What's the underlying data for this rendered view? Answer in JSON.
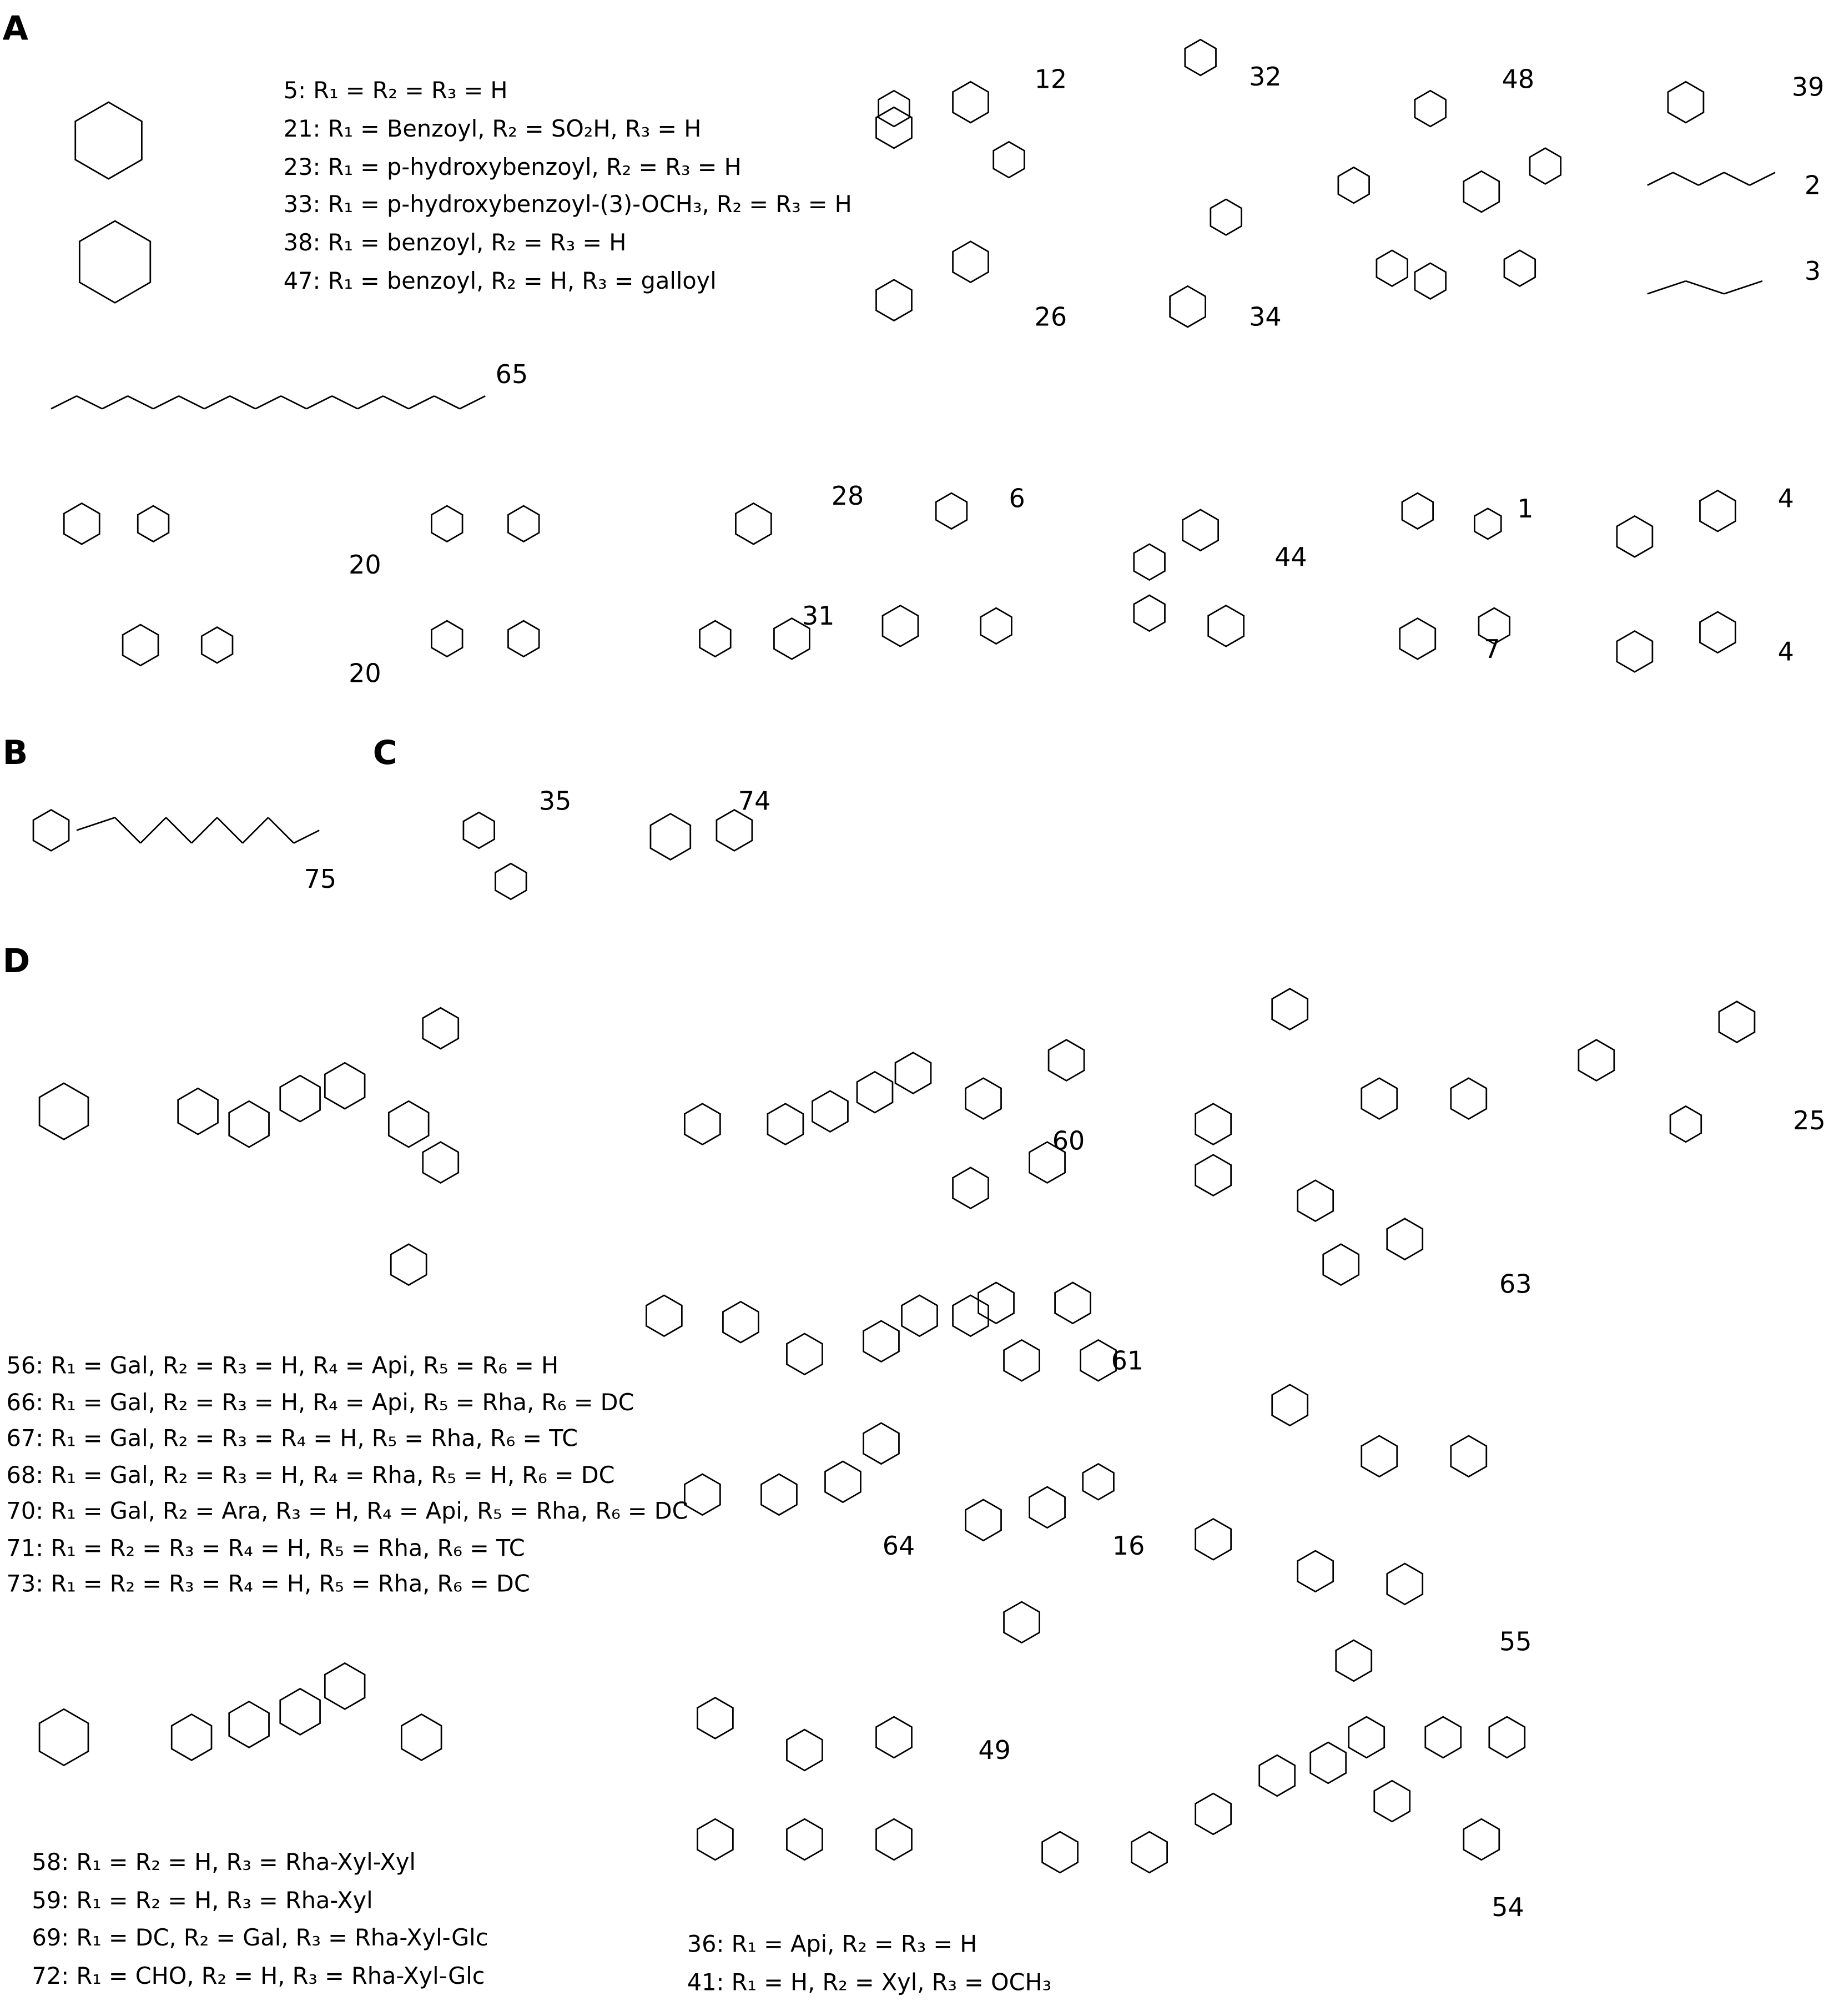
{
  "panels": {
    "a": "A",
    "b": "B",
    "c": "C",
    "d": "D"
  },
  "a_rgroups": [
    "5:  R₁ = R₂ = R₃ = H",
    "21:  R₁ = Benzoyl, R₂ = SO₂H, R₃ = H",
    "23:  R₁ = p-hydroxybenzoyl, R₂ = R₃ = H",
    "33:  R₁ = p-hydroxybenzoyl-(3)-OCH₃, R₂ = R₃ = H",
    "38:  R₁ = benzoyl, R₂ = R₃ = H",
    "47:  R₁ = benzoyl, R₂ = H, R₃ = galloyl"
  ],
  "compounds": {
    "c12": "12",
    "c32": "32",
    "c48": "48",
    "c39": "39",
    "c2": "2",
    "c3": "3",
    "c26": "26",
    "c34": "34",
    "c65": "65",
    "c20a": "20",
    "c28": "28",
    "c6": "6",
    "c44": "44",
    "c1": "1",
    "c4a": "4",
    "c20b": "20",
    "c31": "31",
    "c7": "7",
    "c4b": "4",
    "c75": "75",
    "c35": "35",
    "c74": "74",
    "c60": "60",
    "c25": "25",
    "c63": "63",
    "c61": "61",
    "c64": "64",
    "c16": "16",
    "c55": "55",
    "c49": "49",
    "c54": "54"
  },
  "d_rgroups1": [
    "56:  R₁ = Gal, R₂ = R₃ = H, R₄ = Api, R₅ = R₆ = H",
    "66:  R₁ = Gal, R₂ = R₃ = H, R₄ = Api, R₅ = Rha, R₆ = DC",
    "67:  R₁ = Gal, R₂ = R₃ = R₄ = H, R₅ = Rha, R₆ = TC",
    "68:  R₁ = Gal, R₂ = R₃ = H, R₄ = Rha, R₅ = H, R₆ = DC",
    "70:  R₁ = Gal, R₂ = Ara, R₃ = H, R₄ = Api, R₅ = Rha, R₆ = DC",
    "71:  R₁ = R₂ = R₃ = R₄ = H, R₅ = Rha, R₆ = TC",
    "73:  R₁ = R₂ = R₃ = R₄ = H, R₅ = Rha, R₆ = DC"
  ],
  "d_rgroups2": [
    "58:  R₁ = R₂ = H, R₃ = Rha-Xyl-Xyl",
    "59:  R₁ = R₂ = H, R₃ = Rha-Xyl",
    "69:  R₁ = DC, R₂ = Gal, R₃ = Rha-Xyl-Glc",
    "72:  R₁ = CHO, R₂ = H, R₃ = Rha-Xyl-Glc"
  ],
  "d_rgroups3": [
    "36:  R₁ = Api, R₂ = R₃ = H",
    "41:  R₁ = H, R₂ = Xyl, R₃ = OCH₃"
  ]
}
